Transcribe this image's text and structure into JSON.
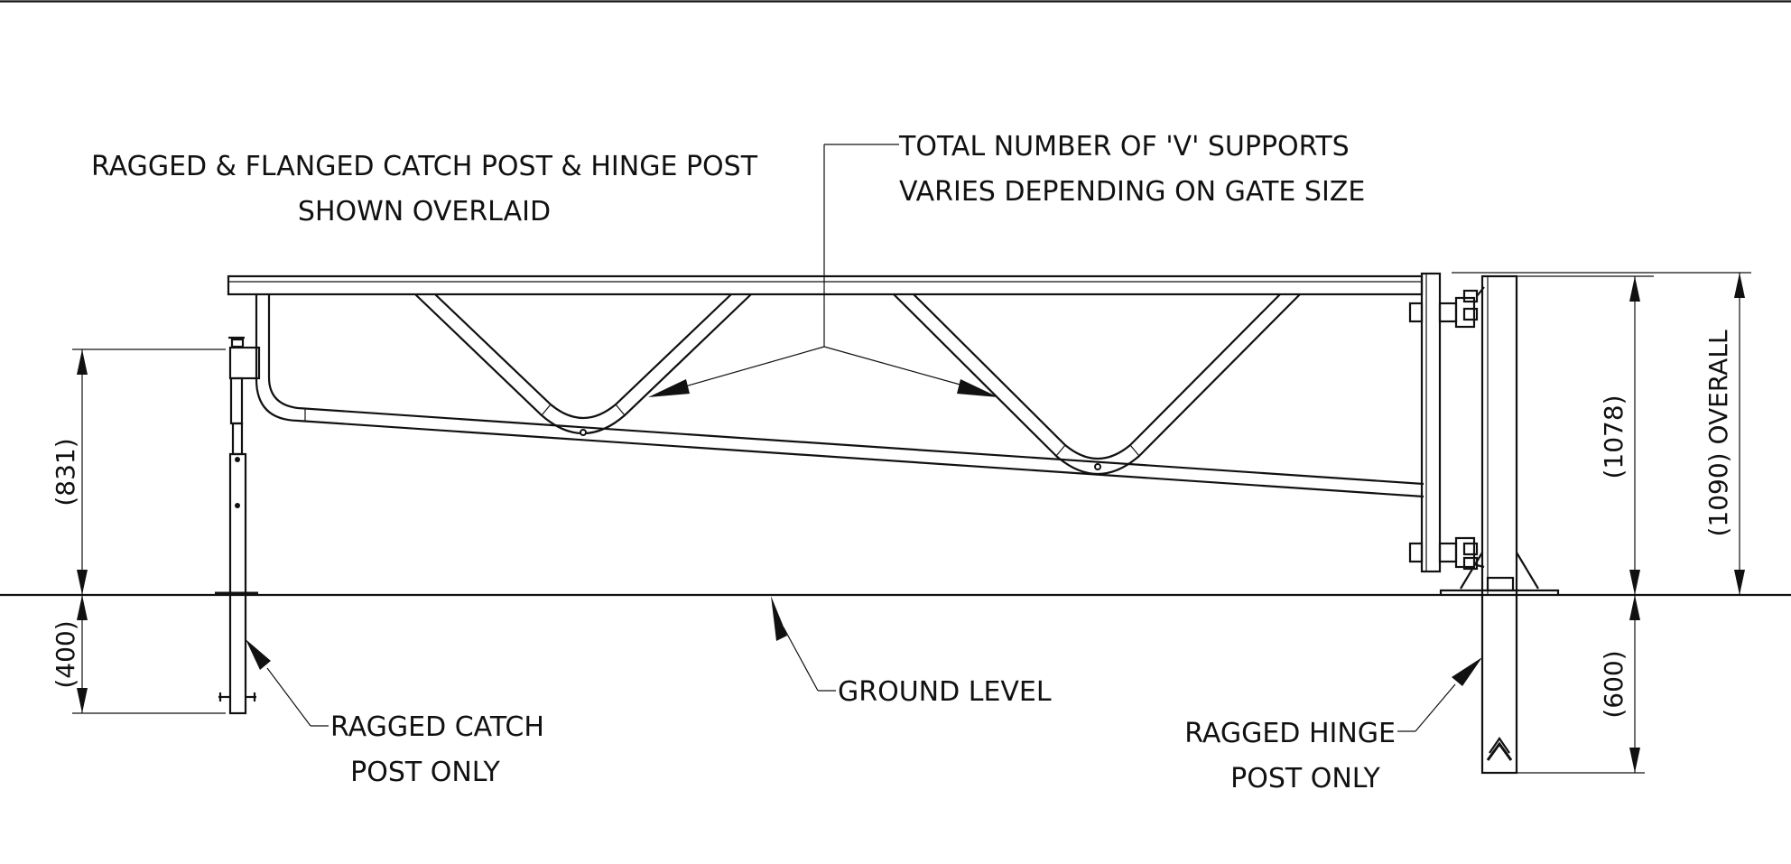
{
  "notes": {
    "overlay_line1": "RAGGED & FLANGED CATCH POST & HINGE POST",
    "overlay_line2": "SHOWN OVERLAID",
    "v_supports_line1": "TOTAL NUMBER OF 'V' SUPPORTS",
    "v_supports_line2": "VARIES DEPENDING ON GATE SIZE",
    "ground_level": "GROUND LEVEL",
    "catch_post_line1": "RAGGED CATCH",
    "catch_post_line2": "POST ONLY",
    "hinge_post_line1": "RAGGED HINGE",
    "hinge_post_line2": "POST ONLY"
  },
  "dimensions": {
    "catch_height": "(831)",
    "catch_depth": "(400)",
    "hinge_height": "(1078)",
    "overall_height": "(1090) OVERALL",
    "hinge_depth": "(600)"
  },
  "colors": {
    "line": "#111111",
    "background": "#ffffff"
  }
}
